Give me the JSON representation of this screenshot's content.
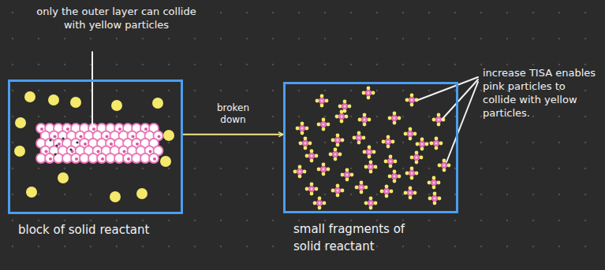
{
  "diagram": {
    "nodes": [
      {
        "text": [
          "block of solid reactant"
        ]
      },
      {
        "text": [
          "small fragments of solid reactant"
        ]
      }
    ],
    "edges": [
      {
        "from": 0,
        "to": 1,
        "arrow": "to",
        "label": "broken down"
      }
    ],
    "labels": [
      "only the outer layer can collide with yellow particles",
      "increase TISA enables pink particles to collide with yellow particles."
    ]
  }
}
